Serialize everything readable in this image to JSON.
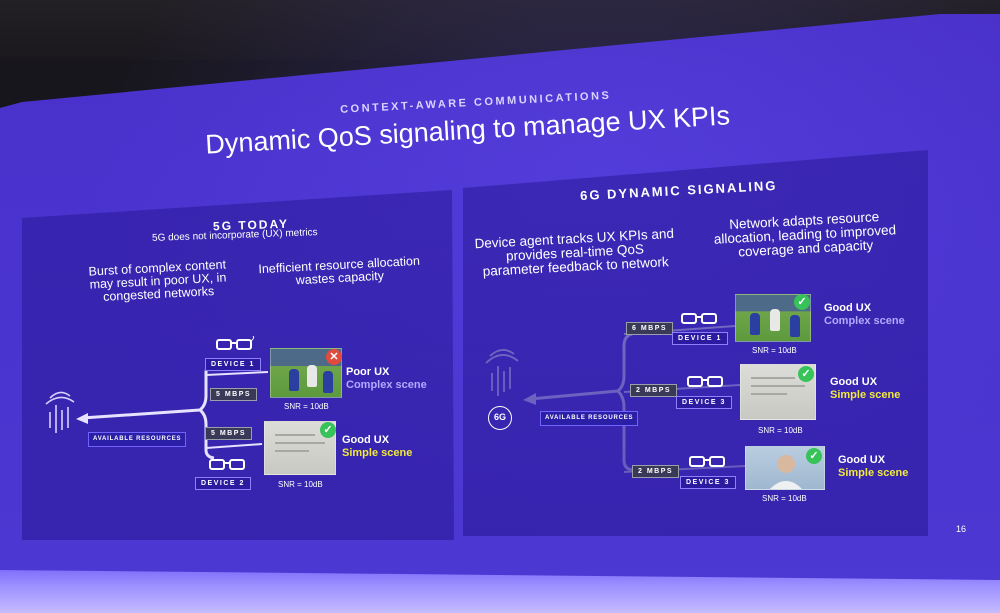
{
  "slide": {
    "eyebrow": "CONTEXT-AWARE COMMUNICATIONS",
    "title": "Dynamic QoS signaling to manage UX KPIs",
    "page_number": "16"
  },
  "left_panel": {
    "heading": "5G TODAY",
    "subheading": "5G does not  incorporate (UX) metrics",
    "text_burst": "Burst of complex content may result in poor UX, in congested networks",
    "text_inefficient": "Inefficient resource allocation wastes capacity",
    "available_resources": "AVAILABLE RESOURCES",
    "devices": [
      {
        "label": "DEVICE 1",
        "rate": "5 MBPS",
        "snr": "SNR = 10dB",
        "ux": "Poor UX",
        "scene": "Complex scene",
        "status": "bad"
      },
      {
        "label": "DEVICE 2",
        "rate": "5 MBPS",
        "snr": "SNR = 10dB",
        "ux": "Good UX",
        "scene": "Simple scene",
        "status": "ok"
      }
    ]
  },
  "right_panel": {
    "heading": "6G DYNAMIC SIGNALING",
    "text_agent": "Device agent tracks UX KPIs and provides real-time QoS parameter feedback to network",
    "text_network": "Network adapts resource allocation, leading to improved coverage and capacity",
    "available_resources": "AVAILABLE RESOURCES",
    "badge": "6G",
    "devices": [
      {
        "label": "DEVICE 1",
        "rate": "6 MBPS",
        "snr": "SNR = 10dB",
        "ux": "Good UX",
        "scene": "Complex scene",
        "status": "ok"
      },
      {
        "label": "DEVICE 3",
        "rate": "2 MBPS",
        "snr": "SNR = 10dB",
        "ux": "Good UX",
        "scene": "Simple scene",
        "status": "ok"
      },
      {
        "label": "DEVICE 3",
        "rate": "2 MBPS",
        "snr": "SNR = 10dB",
        "ux": "Good UX",
        "scene": "Simple scene",
        "status": "ok"
      }
    ]
  },
  "icons": {
    "ok": "✓",
    "bad": "✕"
  },
  "colors": {
    "slide_bg": "#4a33cf",
    "complex_scene": "#b6a8ff",
    "simple_scene": "#f2ea3a",
    "ok": "#38c25a",
    "bad": "#e04b3d"
  }
}
